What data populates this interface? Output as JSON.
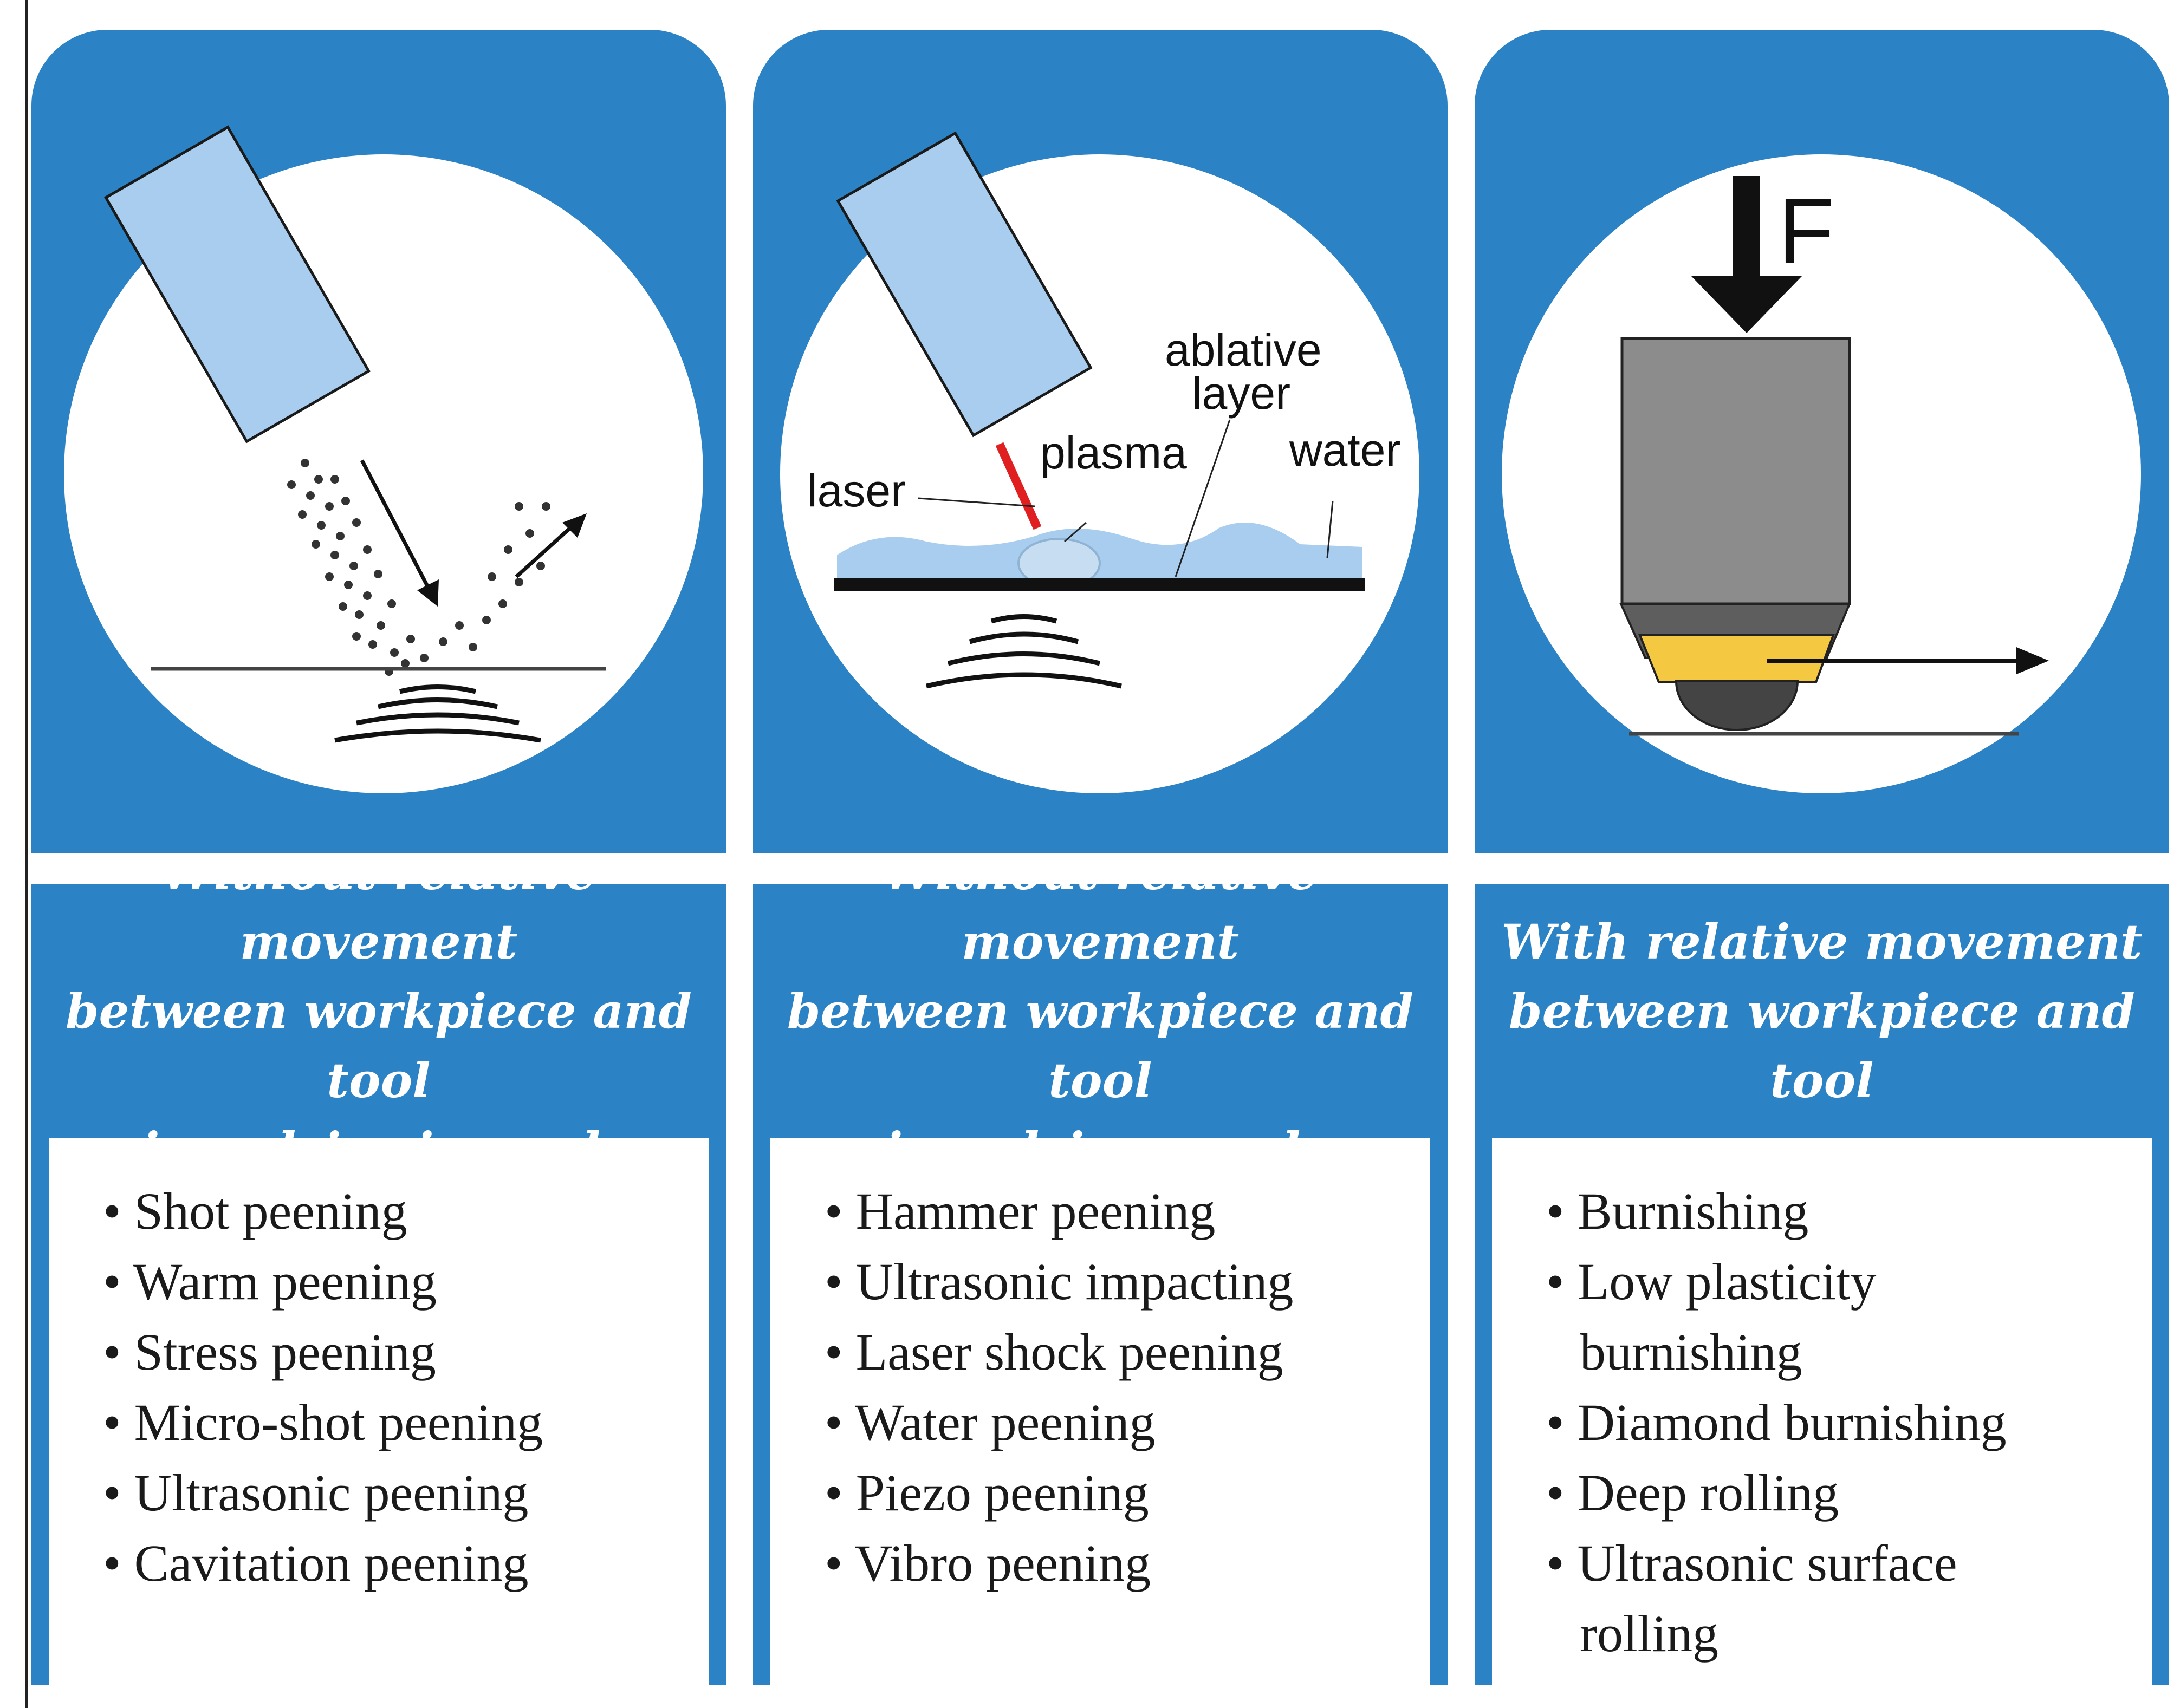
{
  "panels": [
    {
      "caption": "Without relative movement\nbetween workpiece and tool\n– impulsive irregular",
      "items": [
        "Shot peening",
        "Warm peening",
        "Stress peening",
        "Micro-shot peening",
        "Ultrasonic peening",
        "Cavitation peening"
      ]
    },
    {
      "caption": "Without relative movement\nbetween workpiece and tool\n– impulsive regular",
      "diagram_labels": {
        "laser": "laser",
        "plasma": "plasma",
        "ablative_layer": "ablative\nlayer",
        "water": "water"
      },
      "items": [
        "Hammer peening",
        "Ultrasonic impacting",
        "Laser shock peening",
        "Water peening",
        "Piezo peening",
        "Vibro peening"
      ]
    },
    {
      "caption": "With relative movement\nbetween workpiece and tool",
      "diagram_labels": {
        "force": "F"
      },
      "items": [
        "Burnishing",
        "Low plasticity\nburnishing",
        "Diamond burnishing",
        "Deep rolling",
        "Ultrasonic surface\nrolling"
      ]
    }
  ],
  "colors": {
    "panel_blue": "#2b82c4",
    "nozzle_blue": "#a9cdee",
    "water_blue": "#a9cdee",
    "laser_red": "#e02020",
    "tool_gray": "#8c8c8c",
    "tip_yellow": "#f5c842"
  },
  "icons": [
    "shot-nozzle-icon",
    "laser-nozzle-icon",
    "force-arrow-icon",
    "burnishing-tool-icon",
    "movement-arrow-icon"
  ],
  "bullet": "•"
}
